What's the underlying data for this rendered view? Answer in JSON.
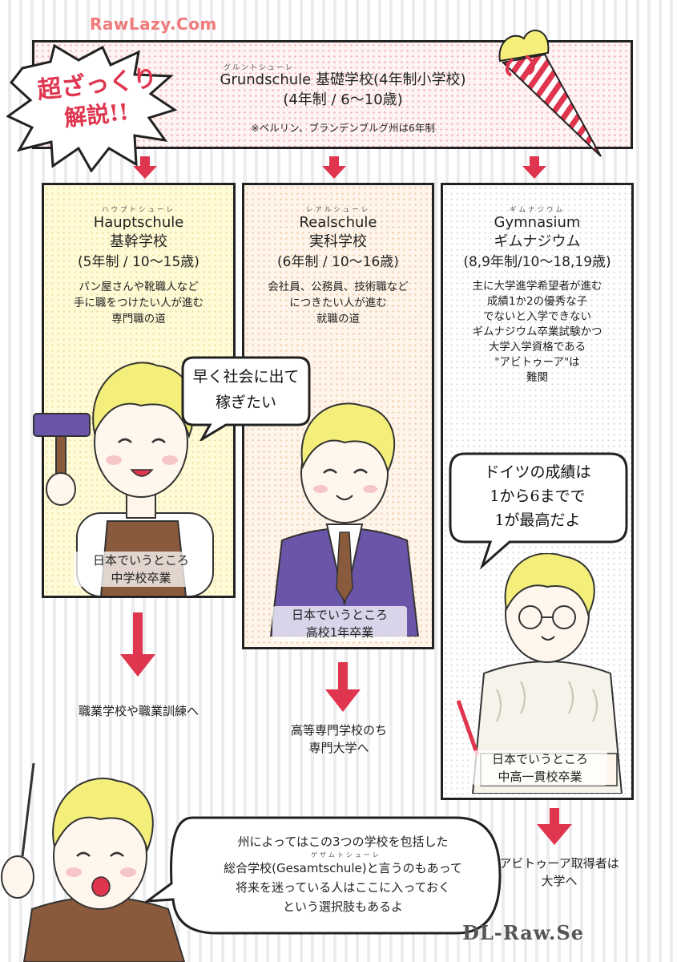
{
  "watermarks": {
    "top": "RawLazy.Com",
    "bottom": "DL-Raw.Se"
  },
  "header_burst": {
    "line1": "超ざっくり",
    "line2": "解説!!"
  },
  "grundschule": {
    "ruby": "グルントシューレ",
    "title": "Grundschule 基礎学校(4年制小学校)",
    "years": "(4年制 / 6〜10歳)",
    "note": "※ベルリン、ブランデンブルグ州は6年制"
  },
  "columns": [
    {
      "ruby": "ハウプトシューレ",
      "name": "Hauptschule",
      "jp": "基幹学校",
      "years": "(5年制 / 10〜15歳)",
      "desc": [
        "パン屋さんや靴職人など",
        "手に職をつけたい人が進む",
        "専門職の道"
      ],
      "caption": [
        "日本でいうところ",
        "中学校卒業"
      ],
      "destination": [
        "職業学校や職業訓練へ"
      ]
    },
    {
      "ruby": "レアルシューレ",
      "name": "Realschule",
      "jp": "実科学校",
      "years": "(6年制 / 10〜16歳)",
      "desc": [
        "会社員、公務員、技術職など",
        "につきたい人が進む",
        "就職の道"
      ],
      "caption": [
        "日本でいうところ",
        "高校1年卒業"
      ],
      "destination": [
        "高等専門学校のち",
        "専門大学へ"
      ]
    },
    {
      "ruby": "ギムナジウム",
      "name": "Gymnasium",
      "jp": "ギムナジウム",
      "years": "(8,9年制/10〜18,19歳)",
      "desc": [
        "主に大学進学希望者が進む",
        "成績1か2の優秀な子",
        "でないと入学できない",
        "ギムナジウム卒業試験かつ",
        "大学入学資格である",
        "\"アビトゥーア\"は",
        "難関"
      ],
      "caption": [
        "日本でいうところ",
        "中高一貫校卒業"
      ],
      "destination": [
        "アビトゥーア取得者は",
        "大学へ"
      ]
    }
  ],
  "bubbles": {
    "worker": [
      "早く社会に出て",
      "稼ぎたい"
    ],
    "grades": [
      "ドイツの成績は",
      "1から6までで",
      "1が最高だよ"
    ]
  },
  "bottom_bubble": {
    "ruby": "ゲザムトシューレ",
    "lines": [
      "州によってはこの3つの学校を包括した",
      "総合学校(Gesamtschule)と言うのもあって",
      "将来を迷っている人はここに入っておく",
      "という選択肢もあるよ"
    ]
  },
  "colors": {
    "arrow": "#e0354f",
    "border": "#222222",
    "hair": "#f3ef7a",
    "apron": "#8a5a3c",
    "suit": "#6a55a8",
    "sweater": "#f6f3ea"
  },
  "icons": [
    "arrow-down-icon",
    "school-cone-icon",
    "hammer-icon",
    "pencil-icon",
    "pointer-stick-icon"
  ]
}
